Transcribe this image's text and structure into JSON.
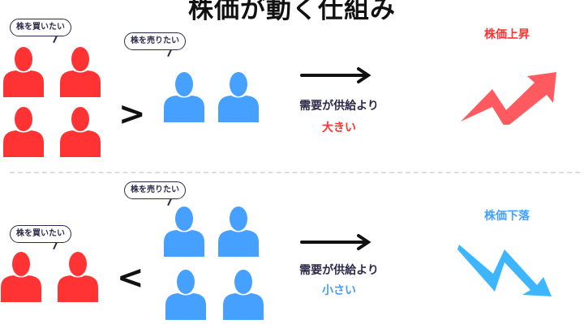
{
  "title": "株価が動く仕組み",
  "colors": {
    "buyer": "#ff3333",
    "seller": "#45a0ff",
    "rise": "#ff5a5f",
    "fall": "#3db6ff",
    "text": "#2c2a4a"
  },
  "top": {
    "buy_bubble": "株を買いたい",
    "sell_bubble": "株を売りたい",
    "comparison": ">",
    "desc": "需要が供給より",
    "result": "大きい",
    "outcome": "株価上昇",
    "buyers": 4,
    "sellers": 2
  },
  "bottom": {
    "buy_bubble": "株を買いたい",
    "sell_bubble": "株を売りたい",
    "comparison": "<",
    "desc": "需要が供給より",
    "result": "小さい",
    "outcome": "株価下落",
    "buyers": 2,
    "sellers": 4
  }
}
